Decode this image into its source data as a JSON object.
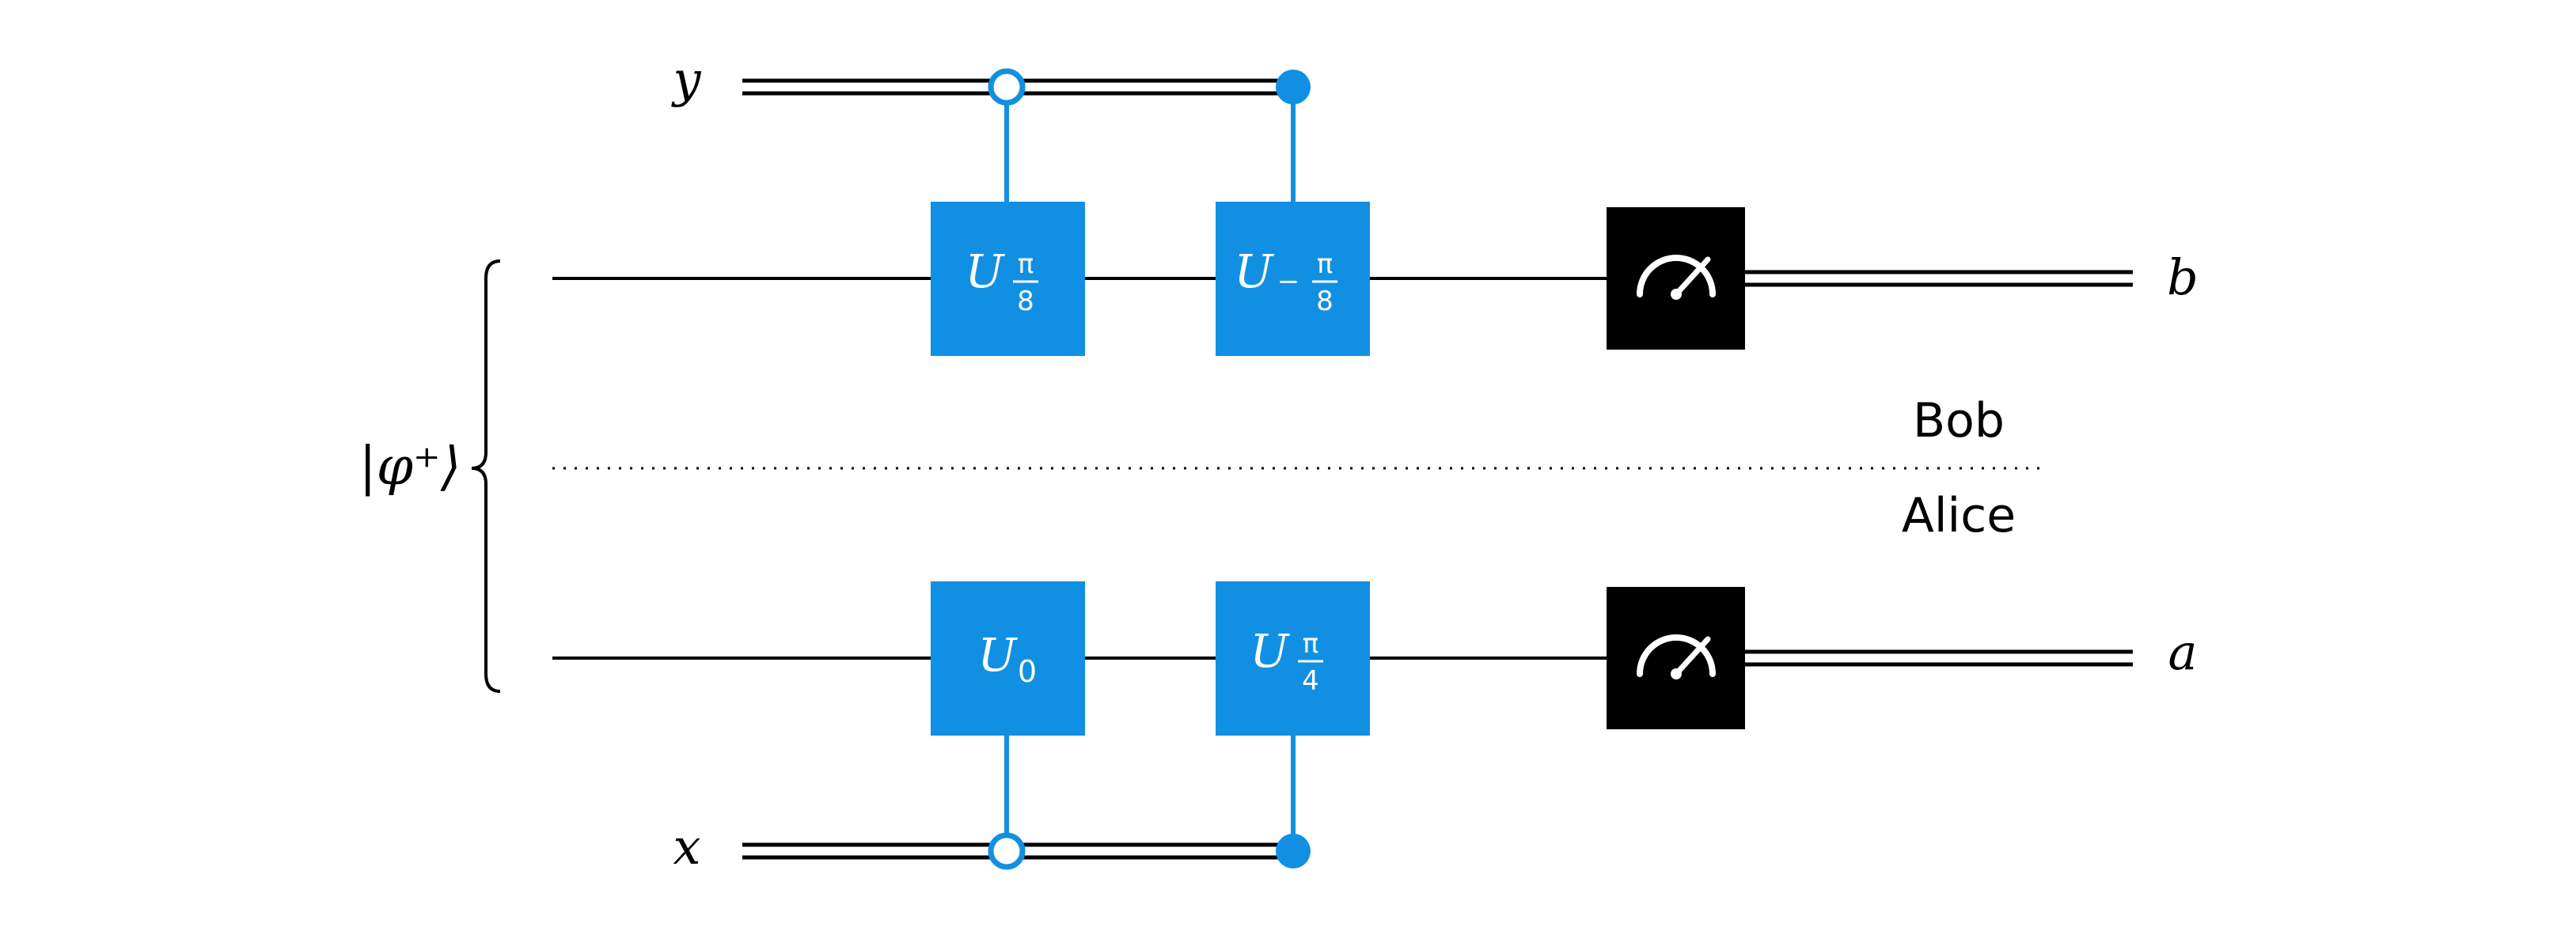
{
  "colors": {
    "accent": "#1190e3",
    "wire": "#000000",
    "measure_box": "#000000",
    "measure_icon": "#ffffff",
    "background": "#ffffff"
  },
  "labels": {
    "state": "|φ⁺⟩",
    "y": "y",
    "x": "x",
    "b": "b",
    "a": "a",
    "bob": "Bob",
    "alice": "Alice"
  },
  "gates": {
    "bob_gate1": {
      "base": "U",
      "num": "π",
      "den": "8",
      "sign": ""
    },
    "bob_gate2": {
      "base": "U",
      "num": "π",
      "den": "8",
      "sign": "−"
    },
    "alice_gate1": {
      "base": "U",
      "sub": "0"
    },
    "alice_gate2": {
      "base": "U",
      "num": "π",
      "den": "4",
      "sign": ""
    }
  },
  "controls": {
    "bob_gate1": "open",
    "bob_gate2": "filled",
    "alice_gate1": "open",
    "alice_gate2": "filled"
  },
  "icons": {
    "measure_bob": "meter-icon",
    "measure_alice": "meter-icon"
  }
}
